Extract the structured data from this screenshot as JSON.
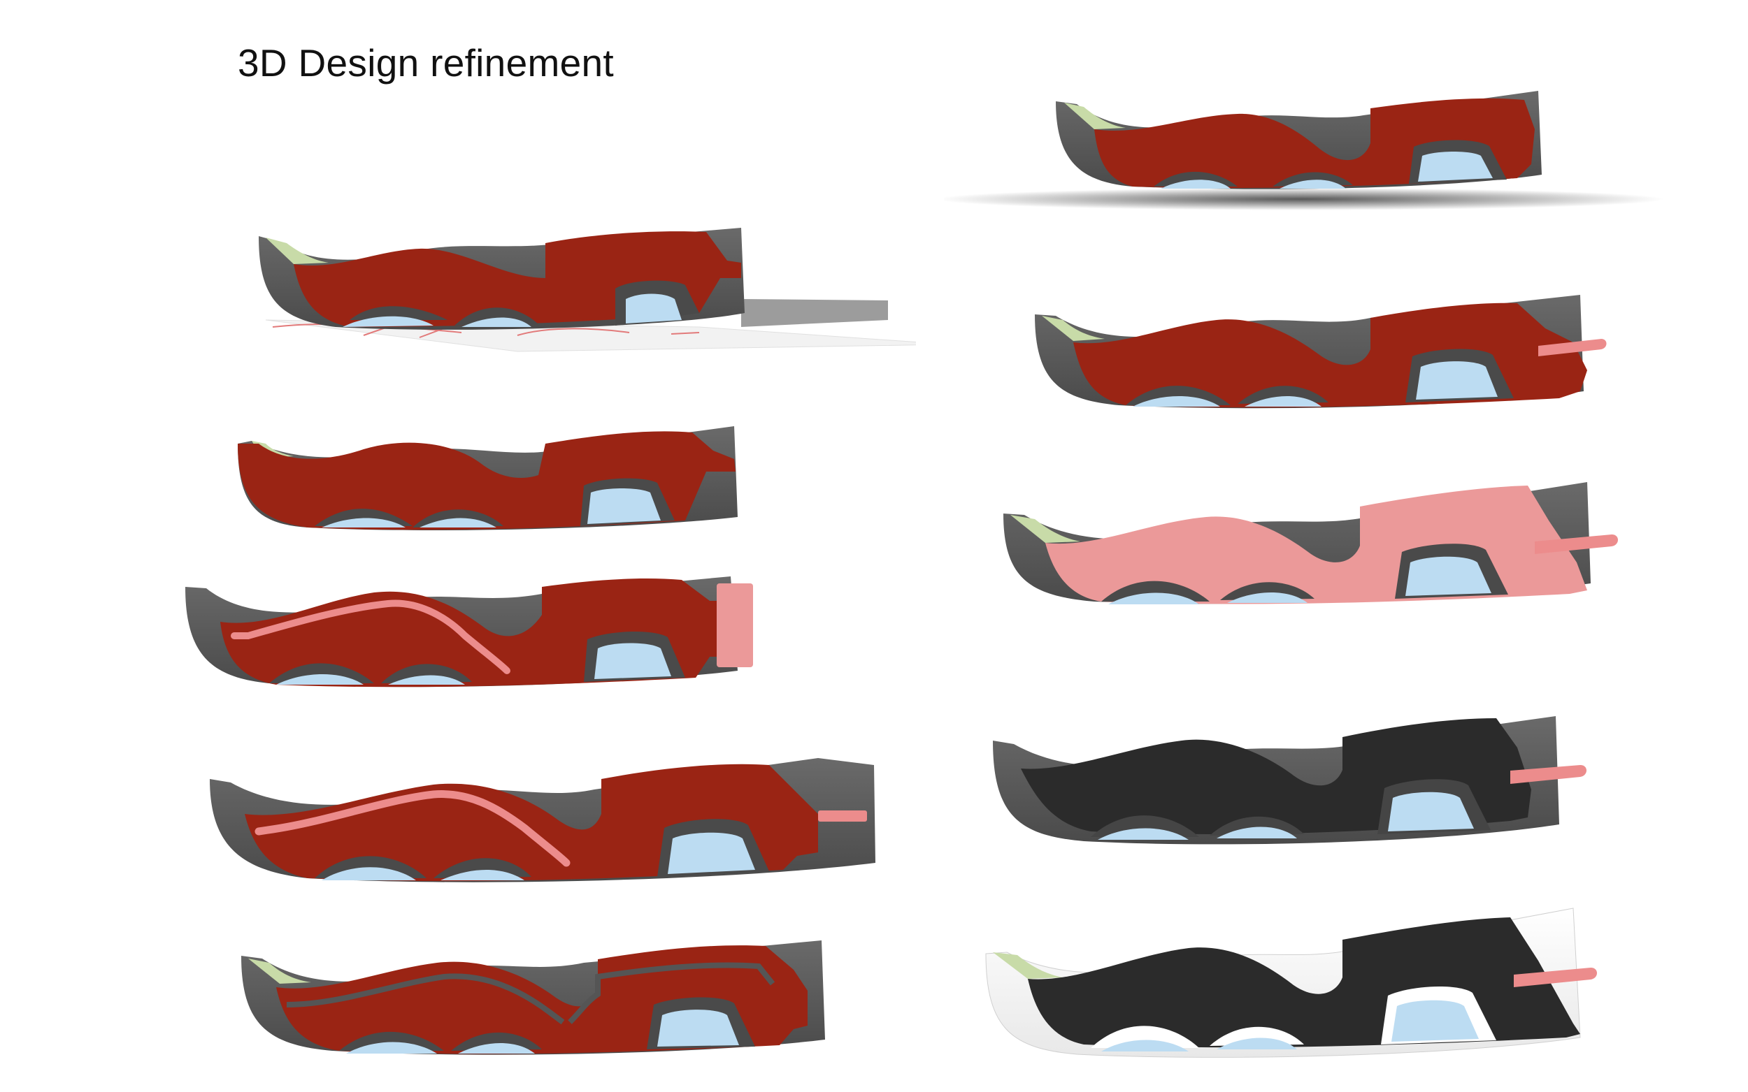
{
  "page": {
    "title": "3D Design refinement"
  },
  "colors": {
    "background": "#ffffff",
    "shell_gray": "#5a5a5a",
    "wrap_red": "#9a2414",
    "wrap_pink": "#eb9999",
    "wrap_black": "#2b2b2b",
    "foam_white": "#ffffff",
    "pod_blue": "#bcdcf2",
    "toe_green": "#c8dba8",
    "accent_pink": "#ec8c8c"
  },
  "variants": [
    {
      "name": "variant-1",
      "wrap": "red",
      "shell": "gray",
      "extras": [
        "grid-ground"
      ]
    },
    {
      "name": "variant-2",
      "wrap": "red",
      "shell": "gray",
      "extras": []
    },
    {
      "name": "variant-3",
      "wrap": "red",
      "shell": "gray",
      "extras": [
        "pink-stripe",
        "pink-heel-panel"
      ]
    },
    {
      "name": "variant-4",
      "wrap": "red",
      "shell": "gray",
      "extras": [
        "pink-stripe",
        "pink-heel-tab"
      ]
    },
    {
      "name": "variant-5",
      "wrap": "red",
      "shell": "gray",
      "extras": [
        "gray-piping"
      ]
    },
    {
      "name": "variant-6",
      "wrap": "red",
      "shell": "gray",
      "extras": [
        "floor-shadow"
      ]
    },
    {
      "name": "variant-7",
      "wrap": "red",
      "shell": "gray",
      "extras": [
        "pink-heel-loop"
      ]
    },
    {
      "name": "variant-8",
      "wrap": "pink",
      "shell": "gray",
      "extras": [
        "pink-heel-loop"
      ]
    },
    {
      "name": "variant-9",
      "wrap": "black",
      "shell": "gray",
      "extras": [
        "pink-heel-loop"
      ]
    },
    {
      "name": "variant-10",
      "wrap": "black",
      "shell": "white",
      "extras": [
        "pink-heel-loop"
      ]
    }
  ]
}
